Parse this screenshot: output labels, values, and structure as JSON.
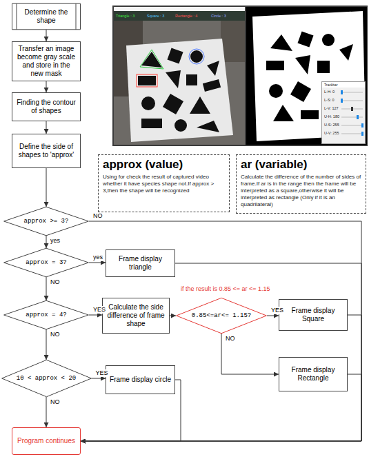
{
  "diagram": {
    "nodes": [
      {
        "text": [
          "Determine the shape"
        ]
      },
      {
        "text": [
          "Transfer an image become gray scale and store in the new mask"
        ]
      },
      {
        "text": [
          "Finding the contour of shapes"
        ]
      },
      {
        "text": [
          "Define the side of shapes to 'approx'"
        ]
      },
      {
        "text": [
          "approx (value)",
          "Using for check the result of captured video whether it have species shape not.If approx > 3,then the shape will be recognized"
        ]
      },
      {
        "text": [
          "ar (variable)",
          "Calculate the difference of the number of sides of frame.If ar is in the range then the frame will be interpreted as a square,otherwise it will be interpreted as rectangle (Only if it is an quadrilateral)"
        ]
      },
      {
        "text": [
          "approx >= 3?"
        ]
      },
      {
        "text": [
          "approx = 3?"
        ]
      },
      {
        "text": [
          "Frame display triangle"
        ]
      },
      {
        "text": [
          "approx = 4?"
        ]
      },
      {
        "text": [
          "Calculate the side difference of frame shape"
        ]
      },
      {
        "text": [
          "0.85<=ar<= 1.15?"
        ]
      },
      {
        "text": [
          "Frame display Square"
        ]
      },
      {
        "text": [
          "Frame display Rectangle"
        ]
      },
      {
        "text": [
          "10 < approx < 20"
        ]
      },
      {
        "text": [
          "Frame display circle"
        ]
      },
      {
        "text": [
          "Program continues"
        ]
      }
    ],
    "edges": [
      {
        "from": 0,
        "to": 1,
        "arrow": "to"
      },
      {
        "from": 1,
        "to": 2,
        "arrow": "to"
      },
      {
        "from": 2,
        "to": 3,
        "arrow": "to"
      },
      {
        "from": 3,
        "to": 6,
        "arrow": "to"
      },
      {
        "from": 6,
        "to": 7,
        "label": "yes",
        "arrow": "to"
      },
      {
        "from": 6,
        "to": 16,
        "label": "NO",
        "arrow": "to"
      },
      {
        "from": 7,
        "to": 8,
        "label": "yes",
        "arrow": "to"
      },
      {
        "from": 7,
        "to": 9,
        "label": "NO",
        "arrow": "to"
      },
      {
        "from": 8,
        "to": 16,
        "arrow": "to"
      },
      {
        "from": 9,
        "to": 10,
        "label": "YES",
        "arrow": "to"
      },
      {
        "from": 9,
        "to": 14,
        "label": "NO",
        "arrow": "to"
      },
      {
        "from": 10,
        "to": 11,
        "arrow": "to"
      },
      {
        "from": 11,
        "to": 12,
        "label": "YES",
        "arrow": "to"
      },
      {
        "from": 11,
        "to": 13,
        "label": "NO",
        "arrow": "to"
      },
      {
        "from": 12,
        "to": 16,
        "arrow": "to"
      },
      {
        "from": 13,
        "to": 16,
        "arrow": "to"
      },
      {
        "from": 14,
        "to": 15,
        "label": "YES",
        "arrow": "to"
      },
      {
        "from": 14,
        "to": 16,
        "label": "NO",
        "arrow": "to"
      },
      {
        "from": 15,
        "to": 16,
        "arrow": "to"
      }
    ],
    "labels": [
      "Triangle : 3",
      "Square : 3",
      "Rectangle : 4",
      "Circle : 3",
      "Trackbar",
      "L-H: 0",
      "L-S: 0",
      "L-V: 127",
      "U-H: 180",
      "U-S: 255",
      "U-V: 255",
      "if the result is 0.85 <= ar <= 1.15"
    ]
  }
}
